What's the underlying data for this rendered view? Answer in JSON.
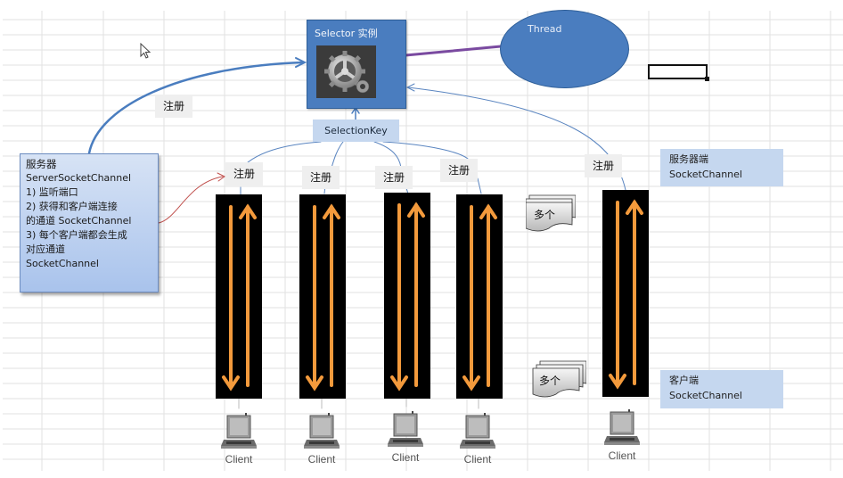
{
  "diagram": {
    "selector": {
      "title": "Selector 实例",
      "icon": "gear-icon"
    },
    "selection_key": "SelectionKey",
    "thread": "Thread",
    "register_label": "注册",
    "server_box": {
      "lines": [
        "服务器",
        "ServerSocketChannel",
        "1) 监听端口",
        "2)  获得和客户端连接",
        "的通道 SocketChannel",
        "3) 每个客户端都会生成",
        "对应通道",
        "SocketChannel"
      ]
    },
    "register_chips": [
      "注册",
      "注册",
      "注册",
      "注册",
      "注册",
      "注册"
    ],
    "server_side_label": {
      "title": "服务器端",
      "subtitle": "SocketChannel"
    },
    "client_side_label": {
      "title": "客户端",
      "subtitle": "SocketChannel"
    },
    "multi_labels": [
      "多个",
      "多个"
    ],
    "clients": [
      "Client",
      "Client",
      "Client",
      "Client",
      "Client"
    ],
    "colors": {
      "selector_blue": "#4a7dbf",
      "key_blue": "#c5d7ef",
      "channel_black": "#000000",
      "arrow_orange": "#f39a3c",
      "link_purple": "#7a4aa0",
      "connector_red": "#c0504d"
    }
  }
}
